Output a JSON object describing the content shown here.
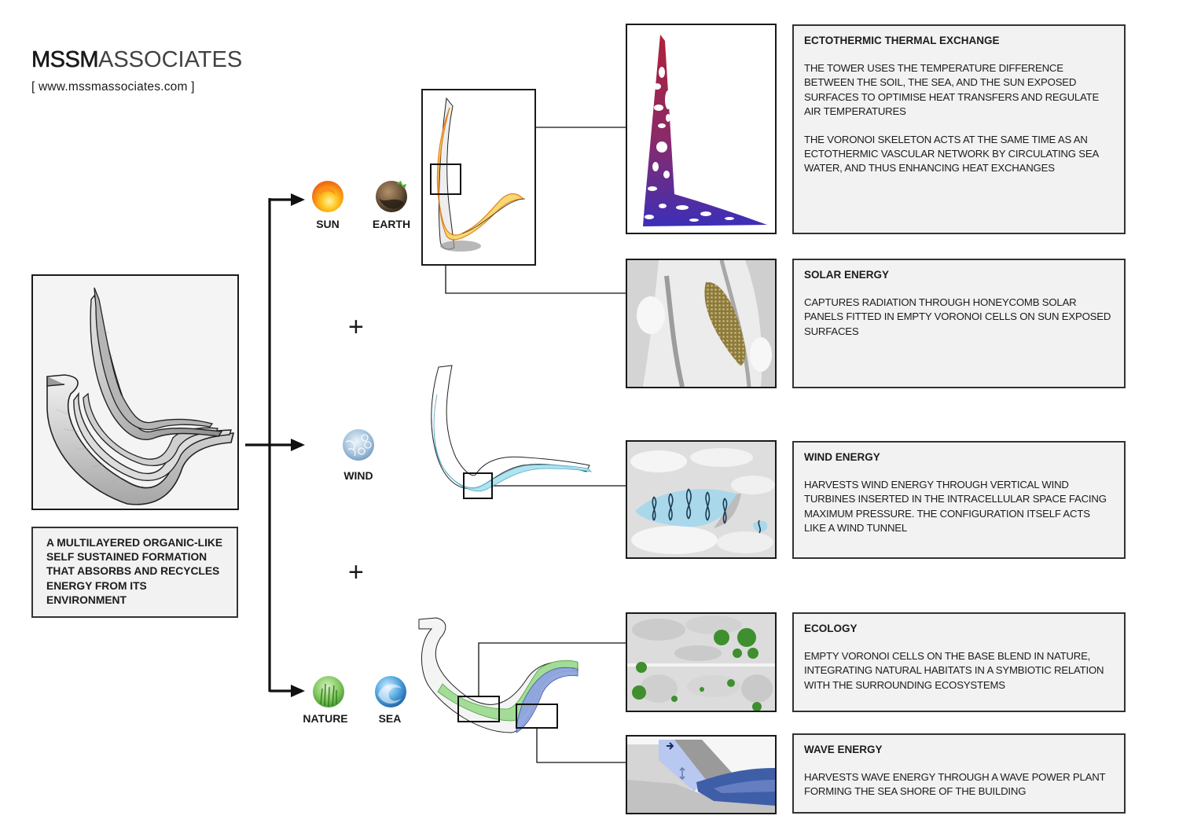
{
  "brand": {
    "name_bold": "MSSM",
    "name_thin": "ASSOCIATES",
    "url": "[ www.mssmassociates.com ]"
  },
  "main_caption": "A MULTILAYERED ORGANIC-LIKE SELF SUSTAINED FORMATION THAT ABSORBS AND RECYCLES ENERGY FROM ITS ENVIRONMENT",
  "elements": {
    "sun": {
      "label": "SUN",
      "icon": "sun-icon",
      "color": "#f39a1e"
    },
    "earth": {
      "label": "EARTH",
      "icon": "earth-icon",
      "color": "#6b5538"
    },
    "wind": {
      "label": "WIND",
      "icon": "wind-icon",
      "color": "#9fc1dc"
    },
    "nature": {
      "label": "NATURE",
      "icon": "nature-icon",
      "color": "#5bb04a"
    },
    "sea": {
      "label": "SEA",
      "icon": "sea-icon",
      "color": "#2f8fd0"
    }
  },
  "combinators": [
    "+",
    "+"
  ],
  "descriptions": [
    {
      "title": "ECTOTHERMIC THERMAL EXCHANGE",
      "paragraphs": [
        "THE TOWER USES THE TEMPERATURE DIFFERENCE BETWEEN THE SOIL, THE SEA, AND THE SUN EXPOSED SURFACES TO OPTIMISE HEAT TRANSFERS AND REGULATE AIR TEMPERATURES",
        "THE VORONOI SKELETON ACTS AT THE SAME TIME AS AN ECTOTHERMIC VASCULAR NETWORK BY CIRCULATING SEA WATER, AND THUS ENHANCING HEAT EXCHANGES"
      ]
    },
    {
      "title": "SOLAR ENERGY",
      "paragraphs": [
        "CAPTURES RADIATION THROUGH HONEYCOMB SOLAR PANELS FITTED IN EMPTY VORONOI CELLS ON SUN EXPOSED SURFACES"
      ]
    },
    {
      "title": "WIND ENERGY",
      "paragraphs": [
        "HARVESTS WIND ENERGY THROUGH VERTICAL WIND TURBINES INSERTED IN THE INTRACELLULAR SPACE FACING MAXIMUM PRESSURE. THE CONFIGURATION ITSELF ACTS LIKE A WIND TUNNEL"
      ]
    },
    {
      "title": "ECOLOGY",
      "paragraphs": [
        "EMPTY VORONOI CELLS ON THE BASE BLEND IN NATURE, INTEGRATING NATURAL HABITATS IN A SYMBIOTIC RELATION WITH THE SURROUNDING ECOSYSTEMS"
      ]
    },
    {
      "title": "WAVE ENERGY",
      "paragraphs": [
        "HARVESTS WAVE ENERGY THROUGH A WAVE POWER PLANT FORMING THE SEA SHORE OF THE BUILDING"
      ]
    }
  ],
  "colors": {
    "thermal_top": "#b0213a",
    "thermal_bottom": "#3b2fb8",
    "solar_highlight": "#f4c842",
    "wind_highlight": "#8fd3e6",
    "ecology_highlight": "#7fcf7a",
    "wave_highlight": "#7d93d6"
  }
}
